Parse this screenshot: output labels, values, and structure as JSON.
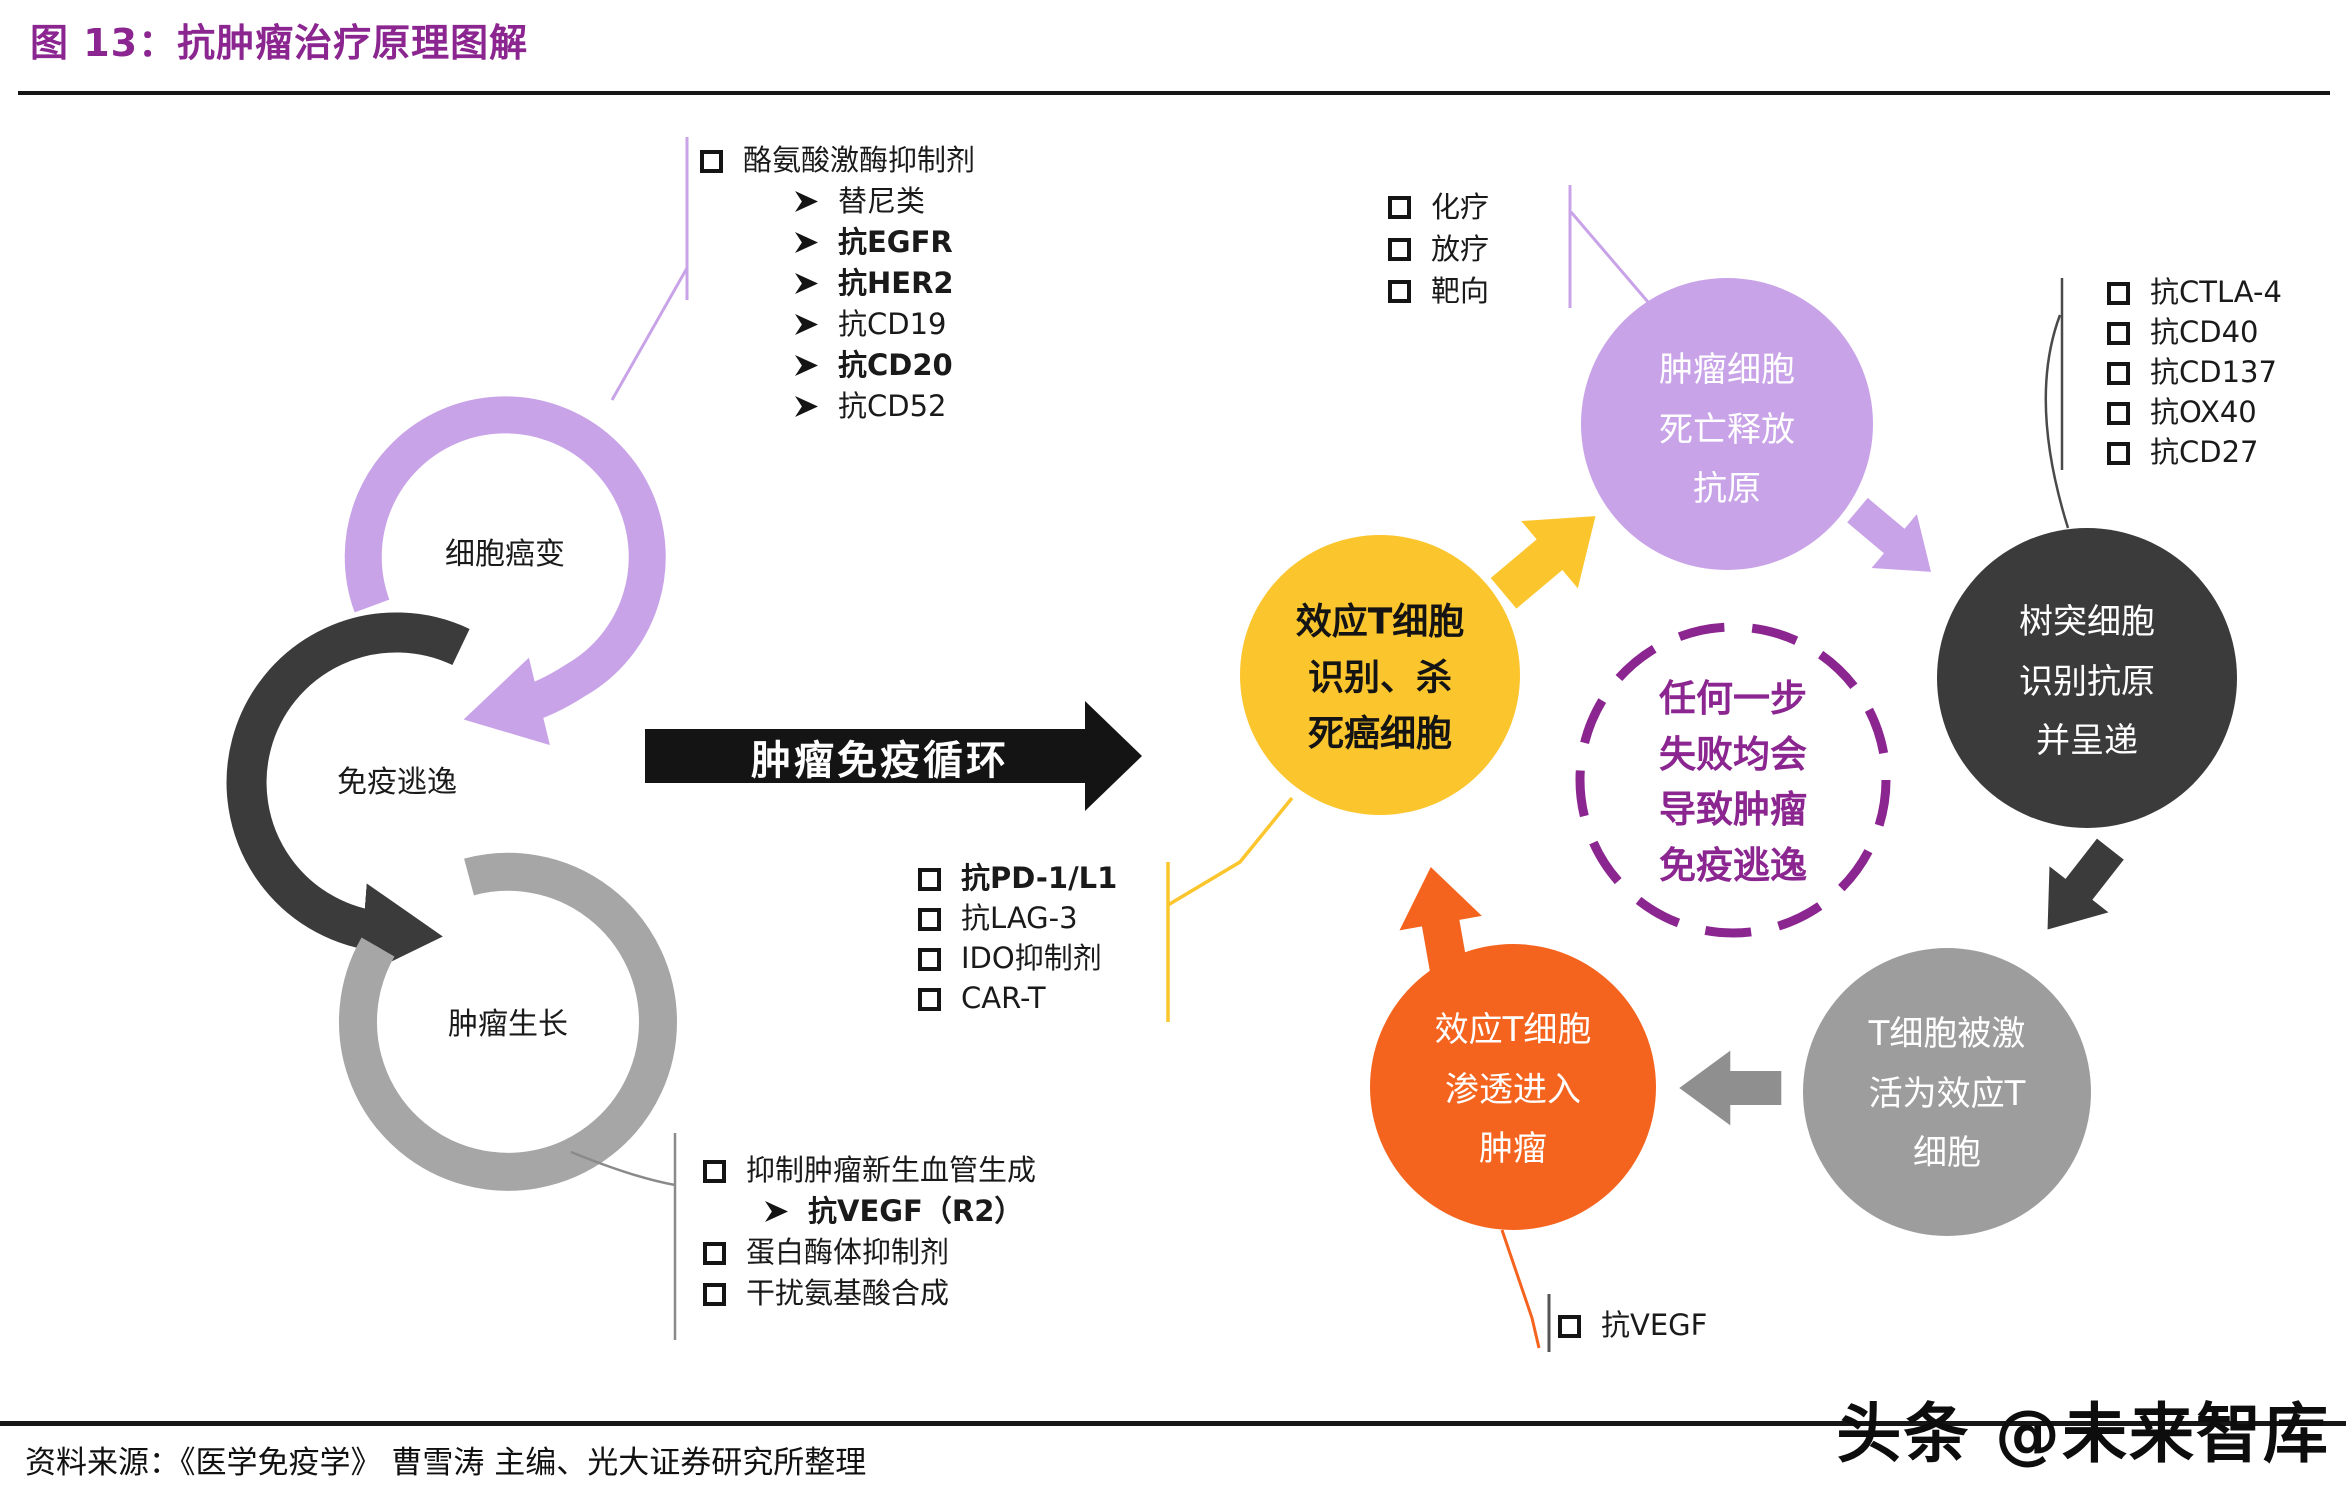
{
  "header": {
    "title": "图 13：抗肿瘤治疗原理图解"
  },
  "palette": {
    "title_purple": "#8B2590",
    "light_purple": "#C9A3E8",
    "dark_gray": "#3B3B3B",
    "mid_gray": "#9D9D9D",
    "ring_gray": "#A6A6A6",
    "arrow_gray": "#8F8F8F",
    "yellow": "#FBC52D",
    "orange": "#F4641E",
    "text_black": "#1A1A1A"
  },
  "left_cycle": {
    "stage1": "细胞癌变",
    "stage2": "免疫逃逸",
    "stage3": "肿瘤生长"
  },
  "main_arrow_label": "肿瘤免疫循环",
  "nodes": {
    "effector_kill": "效应T细胞\n识别、杀\n死癌细胞",
    "tumor_death": "肿瘤细胞\n死亡释放\n抗原",
    "dendritic": "树突细胞\n识别抗原\n并呈递",
    "t_activated": "T细胞被激\n活为效应T\n细胞",
    "t_infiltrate": "效应T细胞\n渗透进入\n肿瘤",
    "center_note": "任何一步\n失败均会\n导致肿瘤\n免疫逃逸"
  },
  "lists": {
    "tki": {
      "items": [
        {
          "text": "酪氨酸激酶抑制剂",
          "level": 1,
          "bold": false
        },
        {
          "text": "替尼类",
          "level": 2,
          "bold": false
        },
        {
          "text": "抗EGFR",
          "level": 2,
          "bold": true
        },
        {
          "text": "抗HER2",
          "level": 2,
          "bold": true
        },
        {
          "text": "抗CD19",
          "level": 2,
          "bold": false
        },
        {
          "text": "抗CD20",
          "level": 2,
          "bold": true
        },
        {
          "text": "抗CD52",
          "level": 2,
          "bold": false
        }
      ]
    },
    "therapy": {
      "items": [
        {
          "text": "化疗",
          "level": 1,
          "bold": false
        },
        {
          "text": "放疗",
          "level": 1,
          "bold": false
        },
        {
          "text": "靶向",
          "level": 1,
          "bold": false
        }
      ]
    },
    "costim": {
      "items": [
        {
          "text": "抗CTLA-4",
          "level": 1,
          "bold": false
        },
        {
          "text": "抗CD40",
          "level": 1,
          "bold": false
        },
        {
          "text": "抗CD137",
          "level": 1,
          "bold": false
        },
        {
          "text": "抗OX40",
          "level": 1,
          "bold": false
        },
        {
          "text": "抗CD27",
          "level": 1,
          "bold": false
        }
      ]
    },
    "checkpoint": {
      "items": [
        {
          "text": "抗PD-1/L1",
          "level": 1,
          "bold": true
        },
        {
          "text": "抗LAG-3",
          "level": 1,
          "bold": false
        },
        {
          "text": "IDO抑制剂",
          "level": 1,
          "bold": false
        },
        {
          "text": "CAR-T",
          "level": 1,
          "bold": false
        }
      ]
    },
    "angio": {
      "items": [
        {
          "text": "抑制肿瘤新生血管生成",
          "level": 1,
          "bold": false
        },
        {
          "text": "抗VEGF（R2）",
          "level": 2,
          "bold": true
        },
        {
          "text": "蛋白酶体抑制剂",
          "level": 1,
          "bold": false
        },
        {
          "text": "干扰氨基酸合成",
          "level": 1,
          "bold": false
        }
      ]
    },
    "vegf": {
      "items": [
        {
          "text": "抗VEGF",
          "level": 1,
          "bold": false
        }
      ]
    }
  },
  "footer": {
    "source": "资料来源：《医学免疫学》 曹雪涛 主编、光大证券研究所整理",
    "watermark": "头条 @未来智库"
  }
}
